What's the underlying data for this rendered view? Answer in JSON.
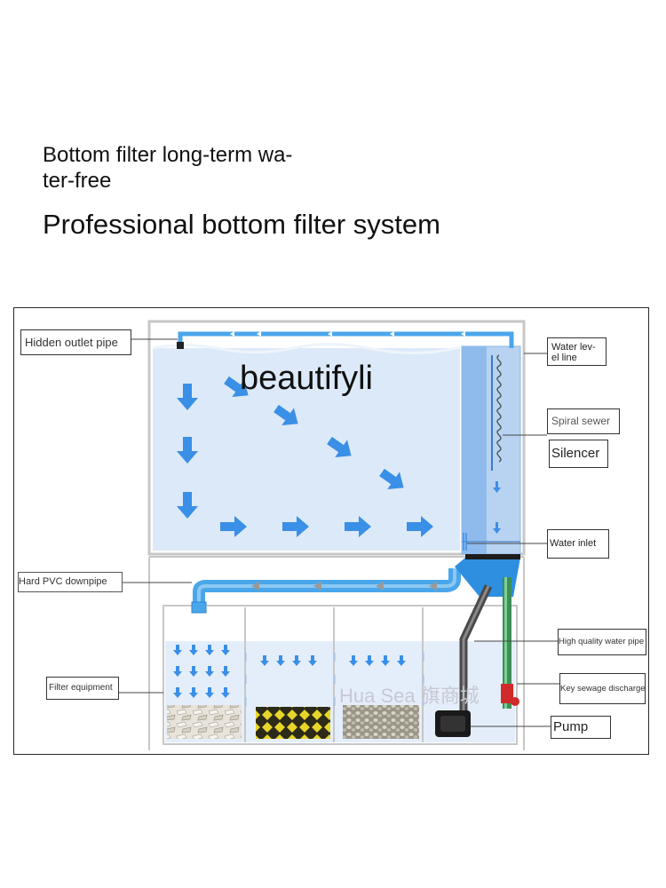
{
  "header": {
    "subtitle_line1": "Bottom filter long-term wa-",
    "subtitle_line2": "ter-free",
    "title": "Professional bottom filter system"
  },
  "diagram": {
    "watermark_brand": "beautifyli",
    "watermark_store": "Hua Sea 旗商城",
    "labels": {
      "hidden_outlet_pipe": "Hidden outlet pipe",
      "water_level_line_1": "Water lev-",
      "water_level_line_2": "el line",
      "spiral_sewer": "Spiral sewer",
      "silencer": "Silencer",
      "water_inlet": "Water inlet",
      "hard_pvc_downpipe": "Hard PVC downpipe",
      "high_quality_water_pipe": "High quality water pipe",
      "filter_equipment": "Filter equipment",
      "key_sewage_discharge": "Key sewage discharge",
      "pump": "Pump"
    },
    "colors": {
      "water": "#dce9f8",
      "arrow_blue": "#3a8fe6",
      "pipe_blue": "#4aa6ea",
      "glass": "#c7c7c7",
      "label_border": "#333333"
    }
  }
}
